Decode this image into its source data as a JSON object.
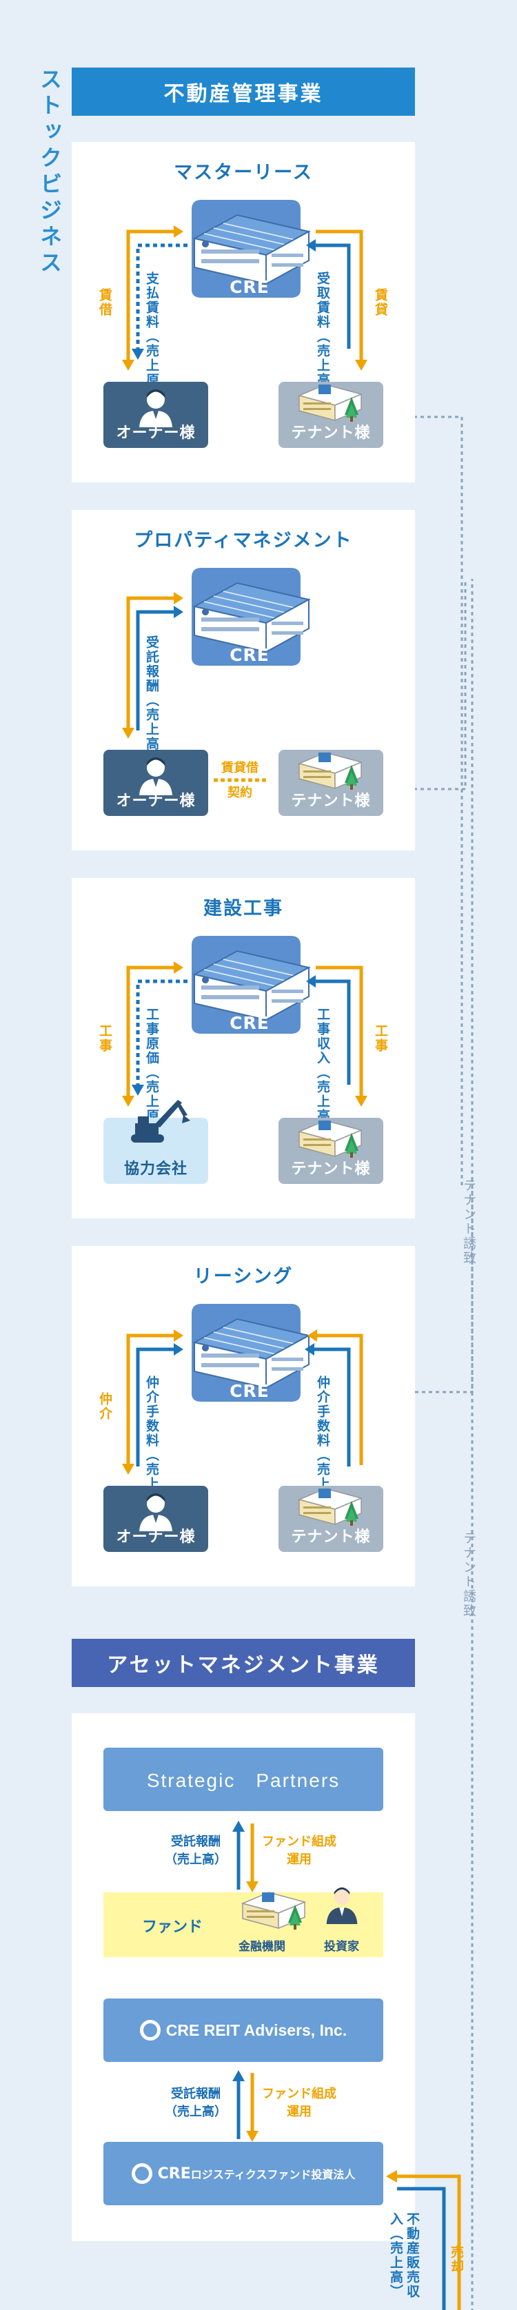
{
  "side_title": "ストックビジネス",
  "property_header": "不動産管理事業",
  "asset_header": "アセットマネジメント事業",
  "company_label": "CRE",
  "owner_label": "オーナー様",
  "tenant_label": "テナント様",
  "contractor_label": "協力会社",
  "attract_label": "テナント誘致",
  "colors": {
    "blue": "#2188cf",
    "orange": "#efa300",
    "navy": "#3e6385",
    "gray": "#a7b6c5"
  },
  "sections": [
    {
      "title": "マスターリース",
      "left_outer": "賃借",
      "left_inner": "支払賃料（売上原価）",
      "right_inner": "受取賃料（売上高）",
      "right_outer": "賃貸"
    },
    {
      "title": "プロパティマネジメント",
      "left_inner": "受託報酬（売上高）",
      "contract_top": "賃貸借",
      "contract_bottom": "契約"
    },
    {
      "title": "建設工事",
      "left_outer": "工事",
      "left_inner": "工事原価（売上原価）",
      "right_inner": "工事収入（売上高）",
      "right_outer": "工事"
    },
    {
      "title": "リーシング",
      "left_outer": "仲介",
      "left_inner": "仲介手数料（売上高）",
      "right_inner": "仲介手数料（売上高）"
    }
  ],
  "asset": {
    "strategic": "Strategic　Partners",
    "fee_label_1": "受託報酬",
    "fee_label_2": "（売上高）",
    "fund_form_1": "ファンド組成",
    "fund_form_2": "運用",
    "fund": "ファンド",
    "finance": "金融機関",
    "investor": "投資家",
    "reit": "CRE REIT Advisers, Inc.",
    "logistics_prefix": "CRE",
    "logistics": "ロジスティクスファンド投資法人",
    "sale_outer": "売却",
    "sale_inner": "不動産販売収入（売上高）"
  }
}
